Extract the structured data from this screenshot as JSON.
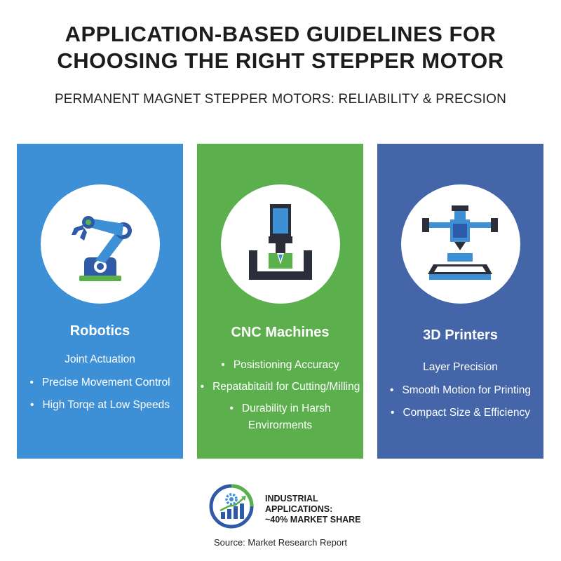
{
  "title_line1": "APPLICATION-BASED GUIDELINES FOR",
  "title_line2": "CHOOSING THE RIGHT STEPPER MOTOR",
  "subtitle": "PERMANENT MAGNET STEPPER MOTORS: RELIABILITY & PRECSION",
  "colors": {
    "robotics": "#3d8fd6",
    "cnc": "#5bb04d",
    "printers": "#4465a8"
  },
  "panels": [
    {
      "title": "Robotics",
      "icon": "robotic-arm-icon",
      "items": [
        "Joint Actuation",
        "Precise Movement Control",
        "High Torqe at Low Speeds"
      ]
    },
    {
      "title": "CNC Machines",
      "icon": "cnc-spindle-icon",
      "items": [
        "Posistioning Accuracy",
        "Repatabitaitl for Cutting/Milling",
        "Durability in Harsh",
        "Envirorments"
      ]
    },
    {
      "title": "3D Printers",
      "icon": "3d-printer-icon",
      "items": [
        "Layer Precision",
        "Smooth Motion for Printing",
        "Compact Size & Efficiency"
      ]
    }
  ],
  "footer": {
    "icon": "gear-growth-chart-icon",
    "line1": "INDUSTRIAL",
    "line2": "APPLICATIONS:",
    "line3": "~40% MARKET SHARE",
    "source": "Source: Market Research Report"
  }
}
